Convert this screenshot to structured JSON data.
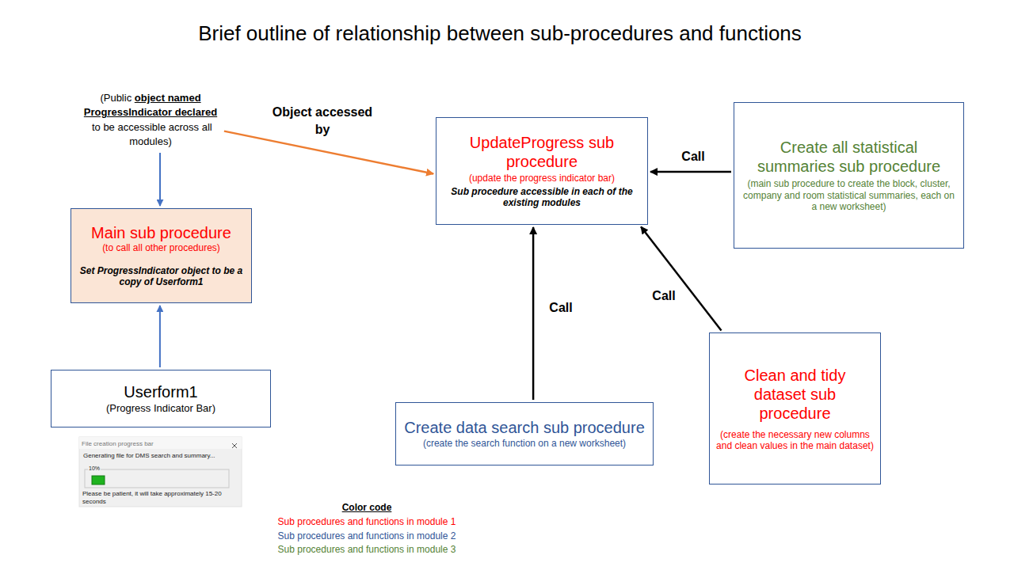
{
  "diagram": {
    "title": "Brief outline of relationship between sub-procedures and functions",
    "nodes": [
      {
        "text": [
          "(Public",
          "object named ProgressIndicator declared",
          "to be accessible across all modules)"
        ]
      },
      {
        "text": [
          "Main sub procedure",
          "(to call all other procedures)",
          "Set ProgressIndicator object to be a copy of Userform1"
        ]
      },
      {
        "text": [
          "Userform1",
          "(Progress Indicator Bar)"
        ]
      },
      {
        "text": [
          "UpdateProgress sub procedure",
          "(update the progress indicator bar)",
          "Sub procedure accessible in each of the existing modules"
        ]
      },
      {
        "text": [
          "Create all statistical summaries sub procedure",
          "(main sub procedure to create the block, cluster, company and room statistical summaries, each on a new worksheet)"
        ]
      },
      {
        "text": [
          "Create data search sub procedure",
          "(create the search function on a new worksheet)"
        ]
      },
      {
        "text": [
          "Clean and tidy dataset sub procedure",
          "(create the necessary new columns and clean values in the main dataset)"
        ]
      }
    ],
    "edges": [
      {
        "from": 0,
        "to": 1,
        "arrow": "to"
      },
      {
        "from": 2,
        "to": 1,
        "arrow": "to"
      },
      {
        "from": 0,
        "to": 3,
        "label": "Object accessed by",
        "arrow": "to"
      },
      {
        "from": 4,
        "to": 3,
        "label": "Call",
        "arrow": "to"
      },
      {
        "from": 5,
        "to": 3,
        "label": "Call",
        "arrow": "to"
      },
      {
        "from": 6,
        "to": 3,
        "label": "Call",
        "arrow": "to"
      }
    ],
    "labels": [
      "File creation progress bar",
      "Generating file for DMS search and summary...",
      "10%",
      "Please be patient, it will take approximately 15-20 seconds",
      "Color code"
    ],
    "legend": [
      {
        "text": "Sub procedures and functions in module 1",
        "color": "#FF0000"
      },
      {
        "text": "Sub procedures and functions in module 2",
        "color": "#2F5597"
      },
      {
        "text": "Sub procedures and functions in module 3",
        "color": "#548235"
      }
    ]
  }
}
